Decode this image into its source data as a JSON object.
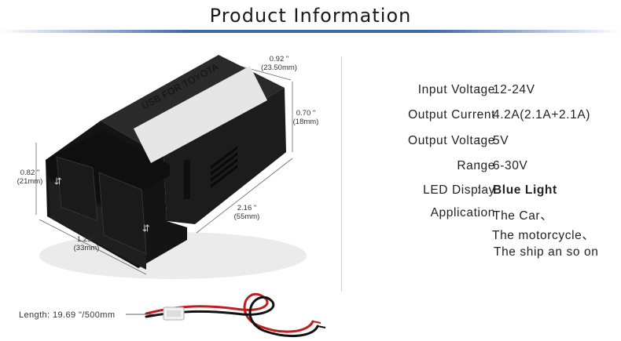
{
  "header": {
    "title": "Product Information"
  },
  "product": {
    "label_text": "USB FOR TOYOTA",
    "dimensions": {
      "top_width": {
        "inch": "0.92 \"",
        "mm": "(23.50mm)"
      },
      "depth": {
        "inch": "0.70 \"",
        "mm": "(18mm)"
      },
      "height": {
        "inch": "0.82 \"",
        "mm": "(21mm)"
      },
      "length": {
        "inch": "2.16 \"",
        "mm": "(55mm)"
      },
      "width": {
        "inch": "1.29 \"",
        "mm": "(33mm)"
      }
    },
    "cable_length": "Length:  19.69 \"/500mm"
  },
  "specs": [
    {
      "label": "Input Voltage",
      "colon": ":",
      "value": "12-24V",
      "bold": false
    },
    {
      "label": "Output Current",
      "colon": ":",
      "value": "4.2A(2.1A+2.1A)",
      "bold": false
    },
    {
      "label": "Output Voltage",
      "colon": ":",
      "value": "5V",
      "bold": false
    },
    {
      "label": "Range",
      "colon": ":",
      "value": "6-30V",
      "bold": false
    },
    {
      "label": "LED Display",
      "colon": ":",
      "value": "Blue Light",
      "bold": true
    },
    {
      "label": "Application",
      "colon": ":",
      "value": "The Car、",
      "bold": false
    }
  ],
  "application_extra": [
    "The motorcycle、",
    "The ship an so on"
  ],
  "colors": {
    "accent": "#1f4fa0",
    "device": "#161616",
    "label_bg": "#e6e6e6"
  }
}
